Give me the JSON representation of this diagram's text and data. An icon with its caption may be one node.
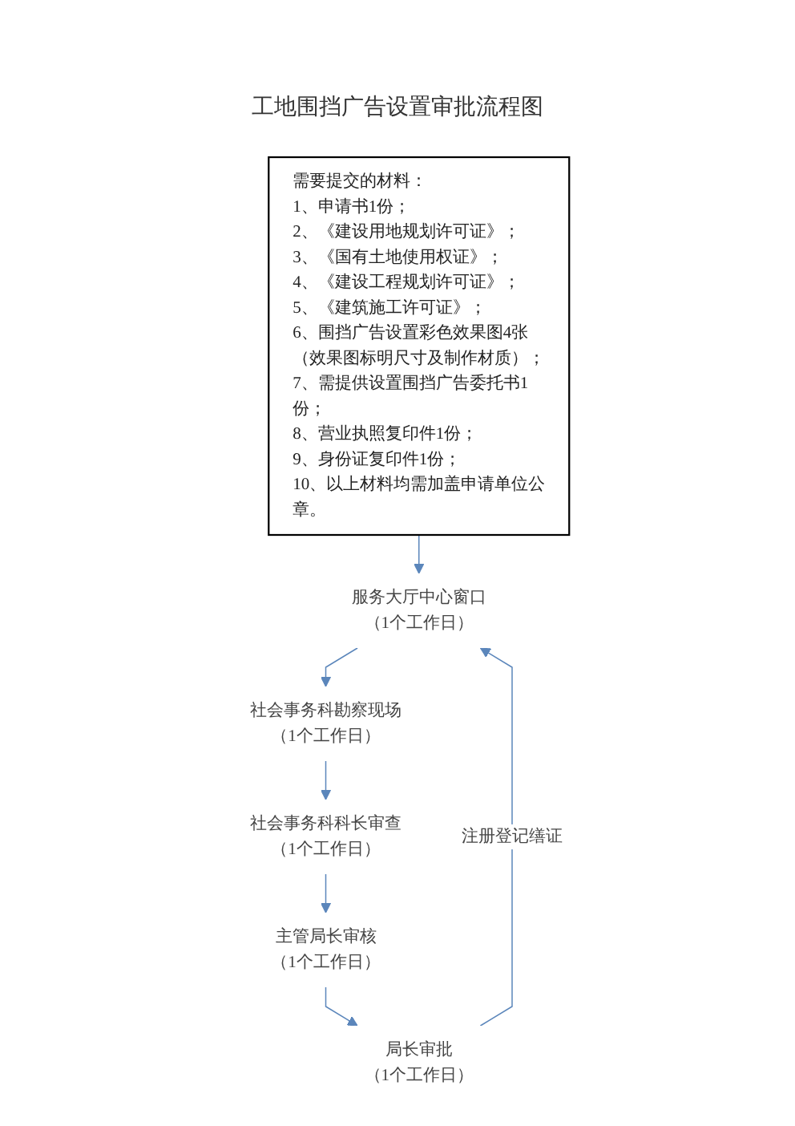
{
  "diagram": {
    "title": "工地围挡广告设置审批流程图",
    "nodes": [
      {
        "text": [
          "需要提交的材料：",
          "1、申请书1份；",
          "2、《建设用地规划许可证》；",
          "3、《国有土地使用权证》；",
          "4、《建设工程规划许可证》；",
          "5、《建筑施工许可证》；",
          "6、围挡广告设置彩色效果图4张（效果图标明尺寸及制作材质）；",
          "7、需提供设置围挡广告委托书1份；",
          "8、营业执照复印件1份；",
          "9、身份证复印件1份；",
          "10、以上材料均需加盖申请单位公章。"
        ]
      },
      {
        "text": [
          "服务大厅中心窗口",
          "（1个工作日）"
        ]
      },
      {
        "text": [
          "社会事务科勘察现场",
          "（1个工作日）"
        ]
      },
      {
        "text": [
          "社会事务科科长审查",
          "（1个工作日）"
        ]
      },
      {
        "text": [
          "主管局长审核",
          "（1个工作日）"
        ]
      },
      {
        "text": [
          "局长审批",
          "（1个工作日）"
        ]
      }
    ],
    "edges": [
      {
        "from": 0,
        "to": 1,
        "arrow": "to"
      },
      {
        "from": 1,
        "to": 2,
        "arrow": "to"
      },
      {
        "from": 2,
        "to": 3,
        "arrow": "to"
      },
      {
        "from": 3,
        "to": 4,
        "arrow": "to"
      },
      {
        "from": 4,
        "to": 5,
        "arrow": "to"
      },
      {
        "from": 5,
        "to": 1,
        "arrow": "to",
        "label": "注册登记缮证"
      }
    ]
  }
}
